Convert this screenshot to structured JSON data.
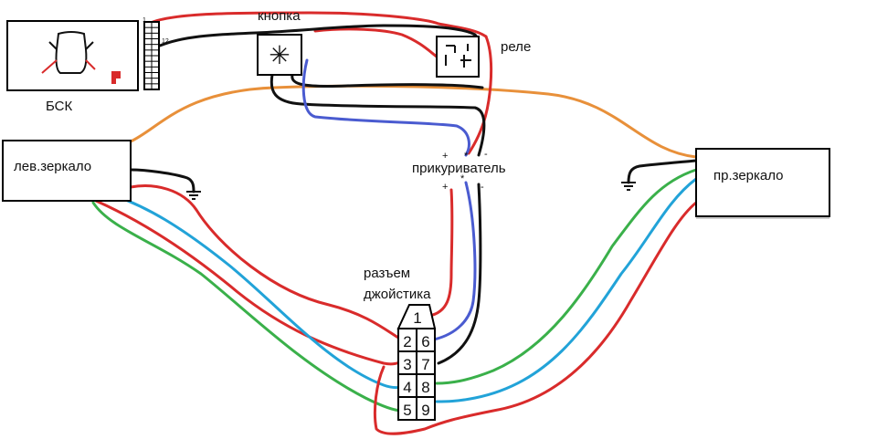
{
  "labels": {
    "bsk": "БСК",
    "button": "кнопка",
    "relay": "реле",
    "left_mirror": "лев.зеркало",
    "right_mirror": "пр.зеркало",
    "lighter": "прикуриватель",
    "connector_line1": "разъем",
    "connector_line2": "джойстика"
  },
  "bsk_connector": {
    "pin_first": "1",
    "pin_last": "12"
  },
  "lighter_signs_upper": {
    "plus": "+",
    "star": "*",
    "minus": "-"
  },
  "lighter_signs_lower": {
    "plus": "+",
    "star": "*",
    "minus": "-"
  },
  "connector_pins": [
    "1",
    "2",
    "6",
    "3",
    "7",
    "4",
    "8",
    "5",
    "9"
  ],
  "button_symbol": "✳",
  "colors": {
    "black": "#111111",
    "red": "#d92b2b",
    "blue": "#4a5bd0",
    "lightblue": "#22a3d8",
    "green": "#3ab04a",
    "orange": "#e8903a"
  }
}
